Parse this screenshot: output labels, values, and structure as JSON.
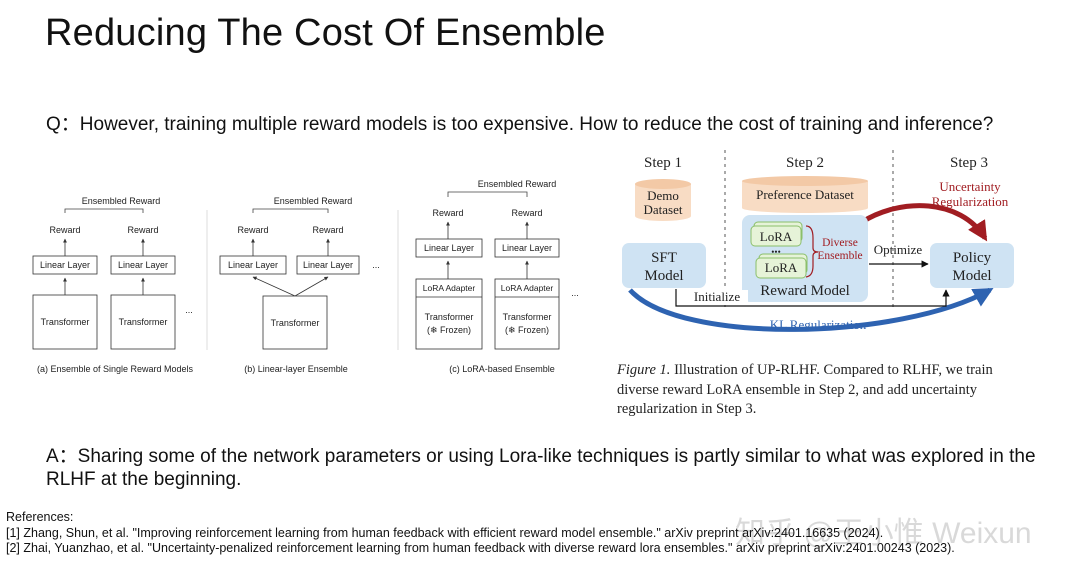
{
  "title": "Reducing The Cost Of Ensemble",
  "question": "Q：However, training multiple reward models is too expensive. How to reduce the cost of training and inference?",
  "answer": "A：Sharing some of the network parameters or using Lora-like techniques is partly similar to what was explored in the RLHF at the beginning.",
  "references": {
    "heading": "References:",
    "items": [
      "[1] Zhang, Shun, et al. \"Improving reinforcement learning from human feedback with efficient reward model ensemble.\" arXiv preprint arXiv:2401.16635 (2024).",
      "[2] Zhai, Yuanzhao, et al. \"Uncertainty-penalized reinforcement learning from human feedback with diverse reward lora ensembles.\" arXiv preprint arXiv:2401.00243 (2023)."
    ]
  },
  "watermark": "知乎 @王小惟 Weixun",
  "left_figure": {
    "ensembled_reward": "Ensembled Reward",
    "reward": "Reward",
    "linear_layer": "Linear Layer",
    "transformer": "Transformer",
    "lora_adapter": "LoRA Adapter",
    "transformer_frozen_1": "Transformer",
    "transformer_frozen_2": "(❄ Frozen)",
    "ellipsis": "...",
    "caption_a": "(a) Ensemble of Single Reward Models",
    "caption_b": "(b) Linear-layer Ensemble",
    "caption_c": "(c) LoRA-based Ensemble"
  },
  "right_figure": {
    "step1": "Step 1",
    "step2": "Step 2",
    "step3": "Step 3",
    "demo_dataset_1": "Demo",
    "demo_dataset_2": "Dataset",
    "preference_dataset": "Preference Dataset",
    "uncertainty_1": "Uncertainty",
    "uncertainty_2": "Regularization",
    "lora": "LoRA",
    "dots": "•••",
    "diverse": "Diverse",
    "ensemble": "Ensemble",
    "reward_model": "Reward Model",
    "optimize": "Optimize",
    "initialize": "Initialize",
    "sft_1": "SFT",
    "sft_2": "Model",
    "policy_1": "Policy",
    "policy_2": "Model",
    "kl": "KL Regularization",
    "caption_label": "Figure 1.",
    "caption_text": " Illustration of UP-RLHF. Compared to RLHF, we train diverse reward LoRA ensemble in Step 2, and add uncertainty regularization in Step 3.",
    "colors": {
      "blue_box": "#cfe3f3",
      "orange_box": "#f8dcc4",
      "lora_green": "#e6f3d8",
      "red": "#a11d22",
      "arrow_blue": "#2e63b1"
    }
  }
}
